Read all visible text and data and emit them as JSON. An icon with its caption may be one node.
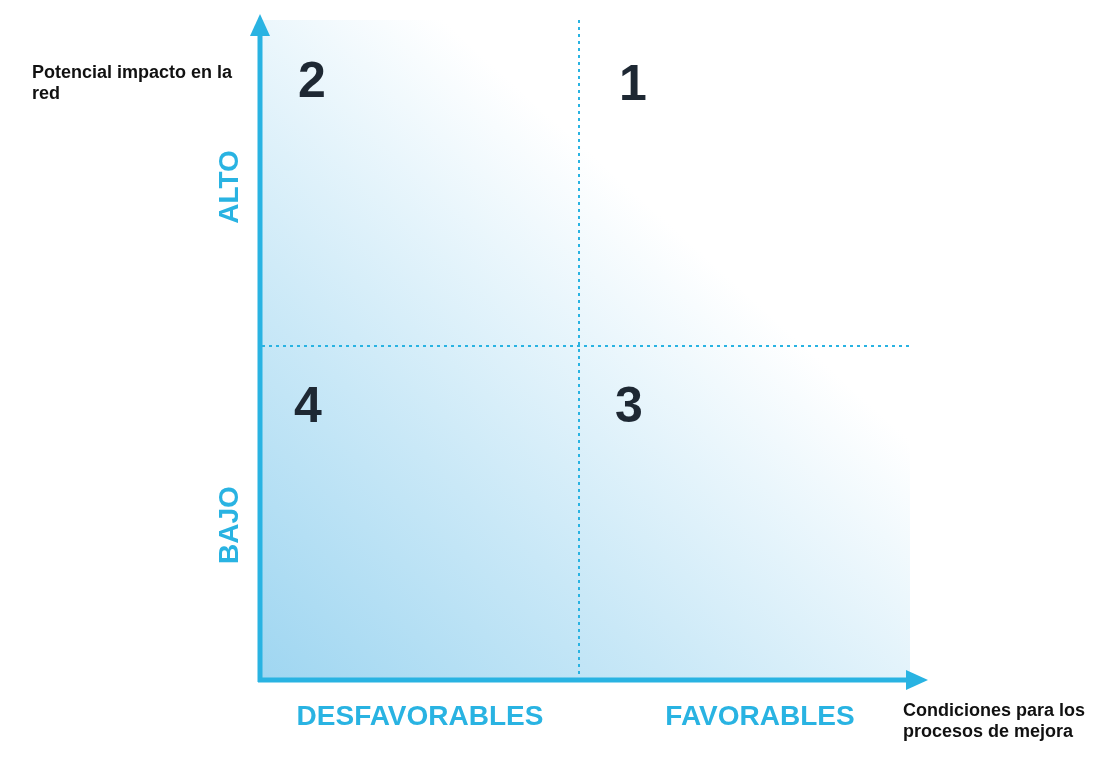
{
  "diagram": {
    "labels": [
      "Potencial impacto en la red",
      "2",
      "1",
      "ALTO",
      "4",
      "3",
      "BAJO",
      "DESFAVORABLES",
      "FAVORABLES",
      "Condiciones para los procesos de mejora"
    ]
  }
}
